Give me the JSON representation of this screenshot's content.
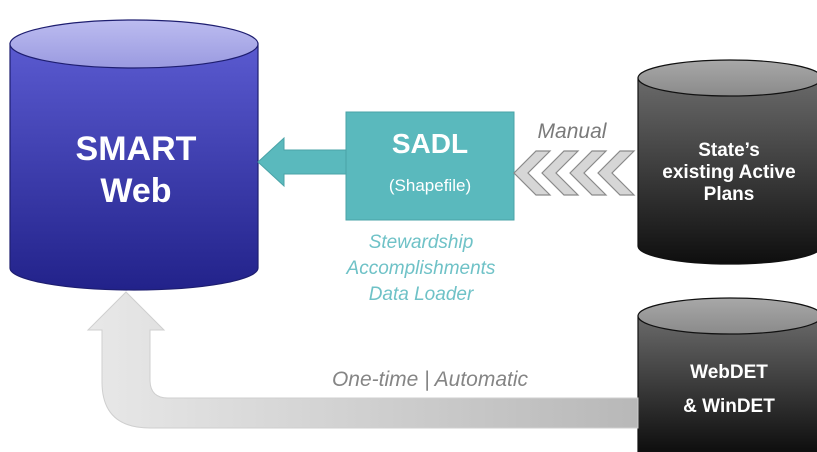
{
  "smart_db": {
    "line1": "SMART",
    "line2": "Web"
  },
  "sadl": {
    "title": "SADL",
    "subtitle": "(Shapefile)",
    "description_lines": [
      "Stewardship",
      "Accomplishments",
      "Data Loader"
    ]
  },
  "manual_label": "Manual",
  "state_db": {
    "lines": [
      "State’s",
      "existing Active",
      "Plans"
    ]
  },
  "webdet_db": {
    "lines": [
      "WebDET",
      "& WinDET"
    ]
  },
  "onetime_label": "One-time | Automatic",
  "colors": {
    "smart_db": "#3a3aa6",
    "sadl_box": "#5ab9bd",
    "teal_text": "#6fc2c7",
    "dark_db": "#3a3a3a",
    "chevron": "#d4d4d4"
  }
}
